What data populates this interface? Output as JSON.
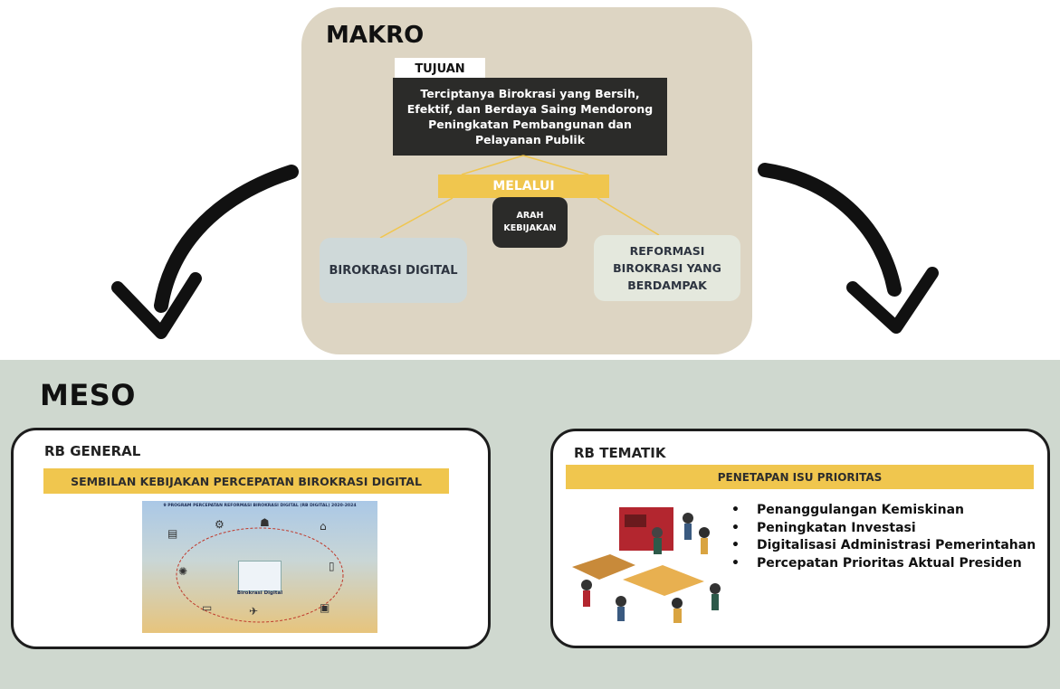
{
  "makro": {
    "title": "MAKRO",
    "tujuan_label": "TUJUAN",
    "tujuan_text": "Terciptanya Birokrasi yang Bersih, Efektif, dan Berdaya Saing Mendorong Peningkatan Pembangunan dan Pelayanan Publik",
    "melalui_label": "MELALUI",
    "arah_kebijakan_label": "ARAH KEBIJAKAN",
    "left_branch": "BIROKRASI DIGITAL",
    "right_branch": "REFORMASI BIROKRASI YANG BERDAMPAK"
  },
  "meso": {
    "title": "MESO",
    "rb_general": {
      "title": "RB GENERAL",
      "banner": "SEMBILAN KEBIJAKAN PERCEPATAN BIROKRASI DIGITAL",
      "infographic_title": "9 PROGRAM PERCEPATAN REFORMASI BIROKRASI DIGITAL (RB DIGITAL) 2020-2024",
      "infographic_center_label": "Birokrasi Digital"
    },
    "rb_tematik": {
      "title": "RB TEMATIK",
      "banner": "PENETAPAN ISU PRIORITAS",
      "items": [
        "Penanggulangan Kemiskinan",
        "Peningkatan Investasi",
        "Digitalisasi Administrasi Pemerintahan",
        "Percepatan Prioritas Aktual Presiden"
      ]
    }
  },
  "colors": {
    "makro_bg": "#ddd5c3",
    "meso_bg": "#cfd8cf",
    "accent_yellow": "#f0c64e",
    "dark_box": "#2b2b29"
  }
}
